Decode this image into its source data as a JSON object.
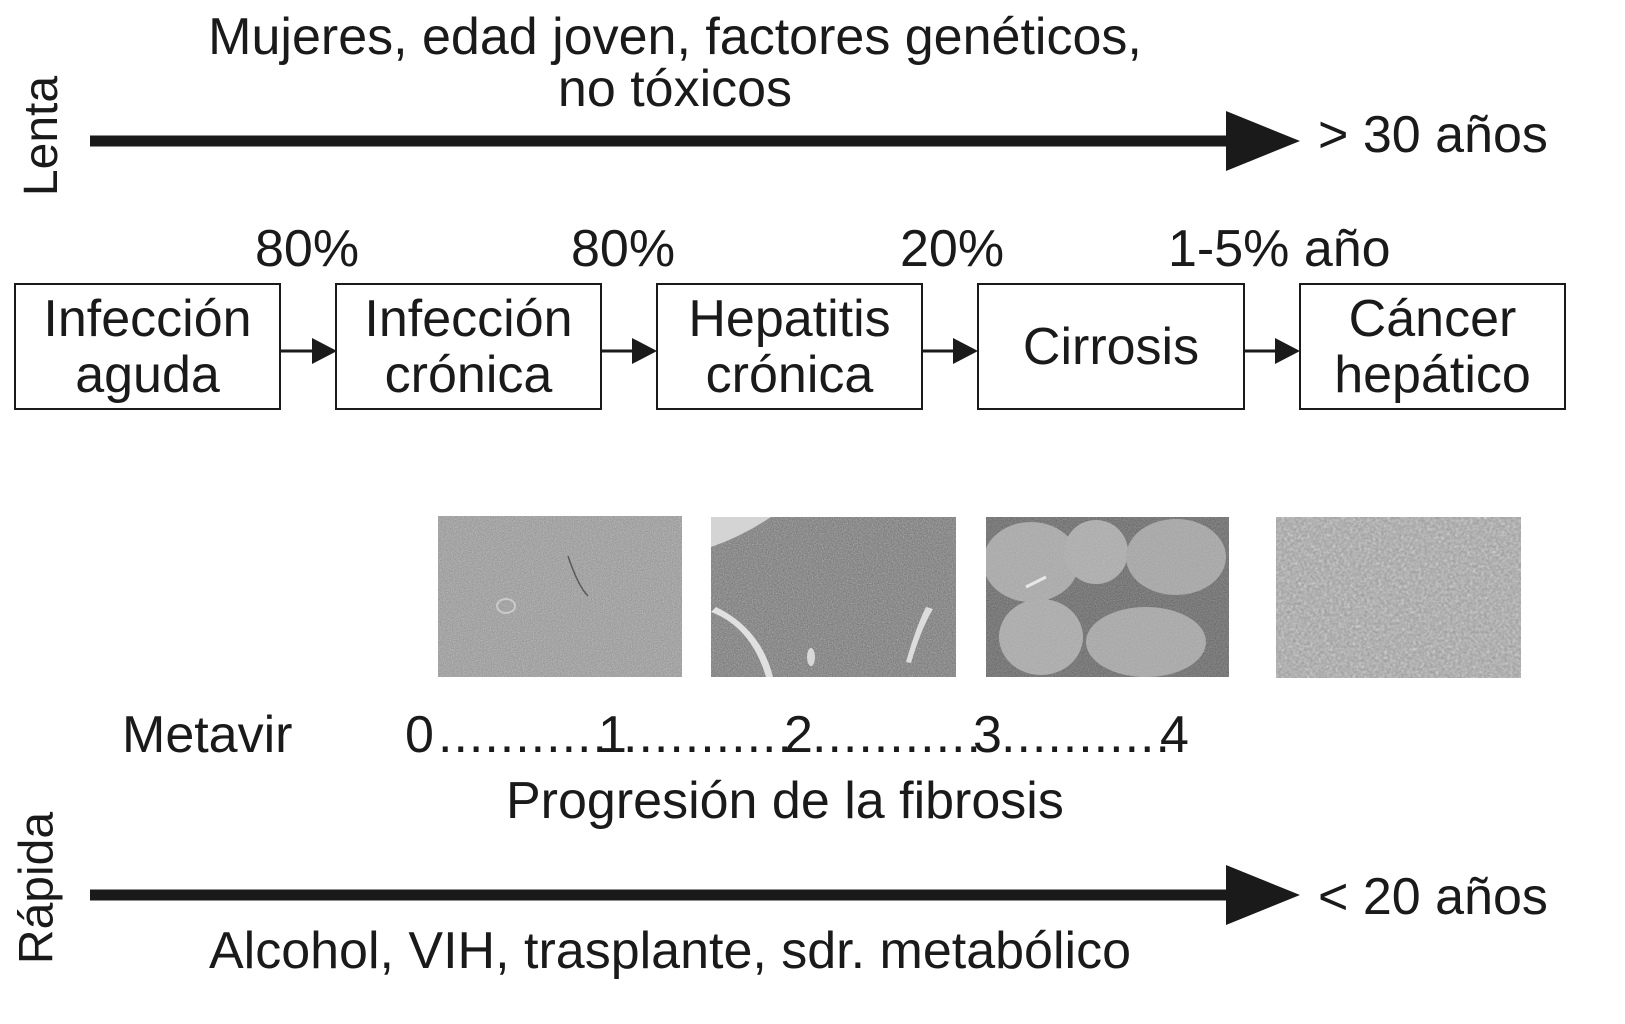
{
  "slow": {
    "side_label": "Lenta",
    "factors_line1": "Mujeres, edad joven, factores genéticos,",
    "factors_line2": "no tóxicos",
    "time": "> 30 años"
  },
  "stages": [
    {
      "line1": "Infección",
      "line2": "aguda"
    },
    {
      "line1": "Infección",
      "line2": "crónica"
    },
    {
      "line1": "Hepatitis",
      "line2": "crónica"
    },
    {
      "line1": "Cirrosis",
      "line2": ""
    },
    {
      "line1": "Cáncer",
      "line2": "hepático"
    }
  ],
  "transitions": [
    "80%",
    "80%",
    "20%",
    "1-5% año"
  ],
  "histology": [
    {
      "stage": "Metavir 0-1"
    },
    {
      "stage": "Metavir 1-2"
    },
    {
      "stage": "Metavir 3-4"
    },
    {
      "stage": "Cáncer hepático"
    }
  ],
  "metavir": {
    "label": "Metavir",
    "scale": [
      "0",
      "1",
      "2",
      "3",
      "4"
    ],
    "dots": "...........",
    "caption": "Progresión de la fibrosis"
  },
  "fast": {
    "side_label": "Rápida",
    "factors": "Alcohol, VIH, trasplante, sdr. metabólico",
    "time": "< 20 años"
  },
  "colors": {
    "ink": "#1a1a1a",
    "tissue_dark": "#6e6e6e",
    "tissue_light": "#b8b8b8"
  }
}
